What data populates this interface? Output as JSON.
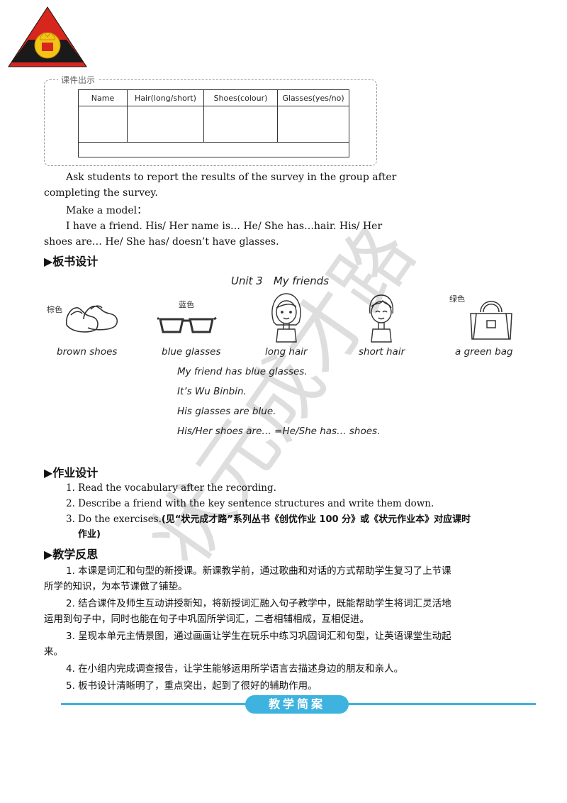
{
  "header": {
    "section_label": "课件出示"
  },
  "survey_table": {
    "columns": [
      "Name",
      "Hair(long/short)",
      "Shoes(colour)",
      "Glasses(yes/no)"
    ]
  },
  "paragraphs": {
    "p1_line1": "Ask students to report the results of the survey in the group after",
    "p1_line2": "completing the survey.",
    "p2": "Make a model：",
    "p3_line1": "I have a friend. His/ Her name is… He/ She has…hair. His/ Her",
    "p3_line2": "shoes are… He/ She has/ doesn’t have glasses."
  },
  "board": {
    "heading": "▶板书设计",
    "title": "Unit 3　My friends",
    "items": [
      {
        "cn": "棕色",
        "en": "brown shoes"
      },
      {
        "cn": "蓝色",
        "en": "blue glasses"
      },
      {
        "cn": "",
        "en": "long hair"
      },
      {
        "cn": "",
        "en": "short hair"
      },
      {
        "cn": "绿色",
        "en": "a green bag"
      }
    ],
    "sentences": [
      "My friend has blue glasses.",
      "It’s Wu Binbin.",
      "His glasses are blue.",
      "His/Her shoes are… =He/She has… shoes."
    ]
  },
  "homework": {
    "heading": "▶作业设计",
    "items": [
      "1. Read the vocabulary after the recording.",
      "2. Describe a friend with the key sentence structures and write them down."
    ],
    "item3_en": "3. Do the exercises.",
    "item3_cn_a": "(见“状元成才路”系列丛书《创优作业 100 分》或《状元作业本》对应课时",
    "item3_cn_b": "作业)"
  },
  "reflection": {
    "heading": "▶教学反思",
    "lines": [
      "1. 本课是词汇和句型的新授课。新课教学前，通过歌曲和对话的方式帮助学生复习了上节课",
      "所学的知识，为本节课做了铺垫。",
      "2. 结合课件及师生互动讲授新知，将新授词汇融入句子教学中，既能帮助学生将词汇灵活地",
      "运用到句子中，同时也能在句子中巩固所学词汇，二者相辅相成，互相促进。",
      "3. 呈现本单元主情景图，通过画画让学生在玩乐中练习巩固词汇和句型，让英语课堂生动起",
      "来。",
      "4. 在小组内完成调查报告，让学生能够运用所学语言去描述身边的朋友和亲人。",
      "5. 板书设计清晰明了，重点突出，起到了很好的辅助作用。"
    ]
  },
  "footer": {
    "label": "教学简案"
  },
  "watermark": {
    "text": "状元成才路"
  },
  "colors": {
    "accent": "#3fb3df",
    "logo_red": "#d7261e",
    "logo_gold": "#f3c316"
  }
}
